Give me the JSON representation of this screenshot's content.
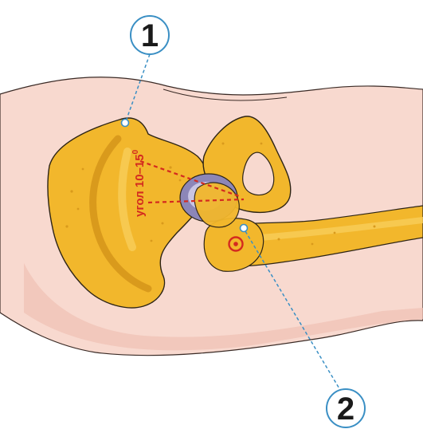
{
  "diagram": {
    "angle_label": "угол 10–15",
    "angle_unit": "0",
    "callouts": [
      {
        "id": 1,
        "label": "1"
      },
      {
        "id": 2,
        "label": "2"
      }
    ]
  },
  "colors": {
    "skin": "#f8d9cf",
    "skin_shadow": "#f0c1b4",
    "skin_outline": "#3a2a25",
    "bone": "#f2b72c",
    "bone_light": "#f7cd5a",
    "bone_dark": "#d99a1c",
    "bone_outline": "#2d2416",
    "socket": "#8c86b8",
    "socket_light": "#c9c5e4",
    "angle_red": "#d42a1f",
    "callout_blue": "#3a8fc4"
  }
}
